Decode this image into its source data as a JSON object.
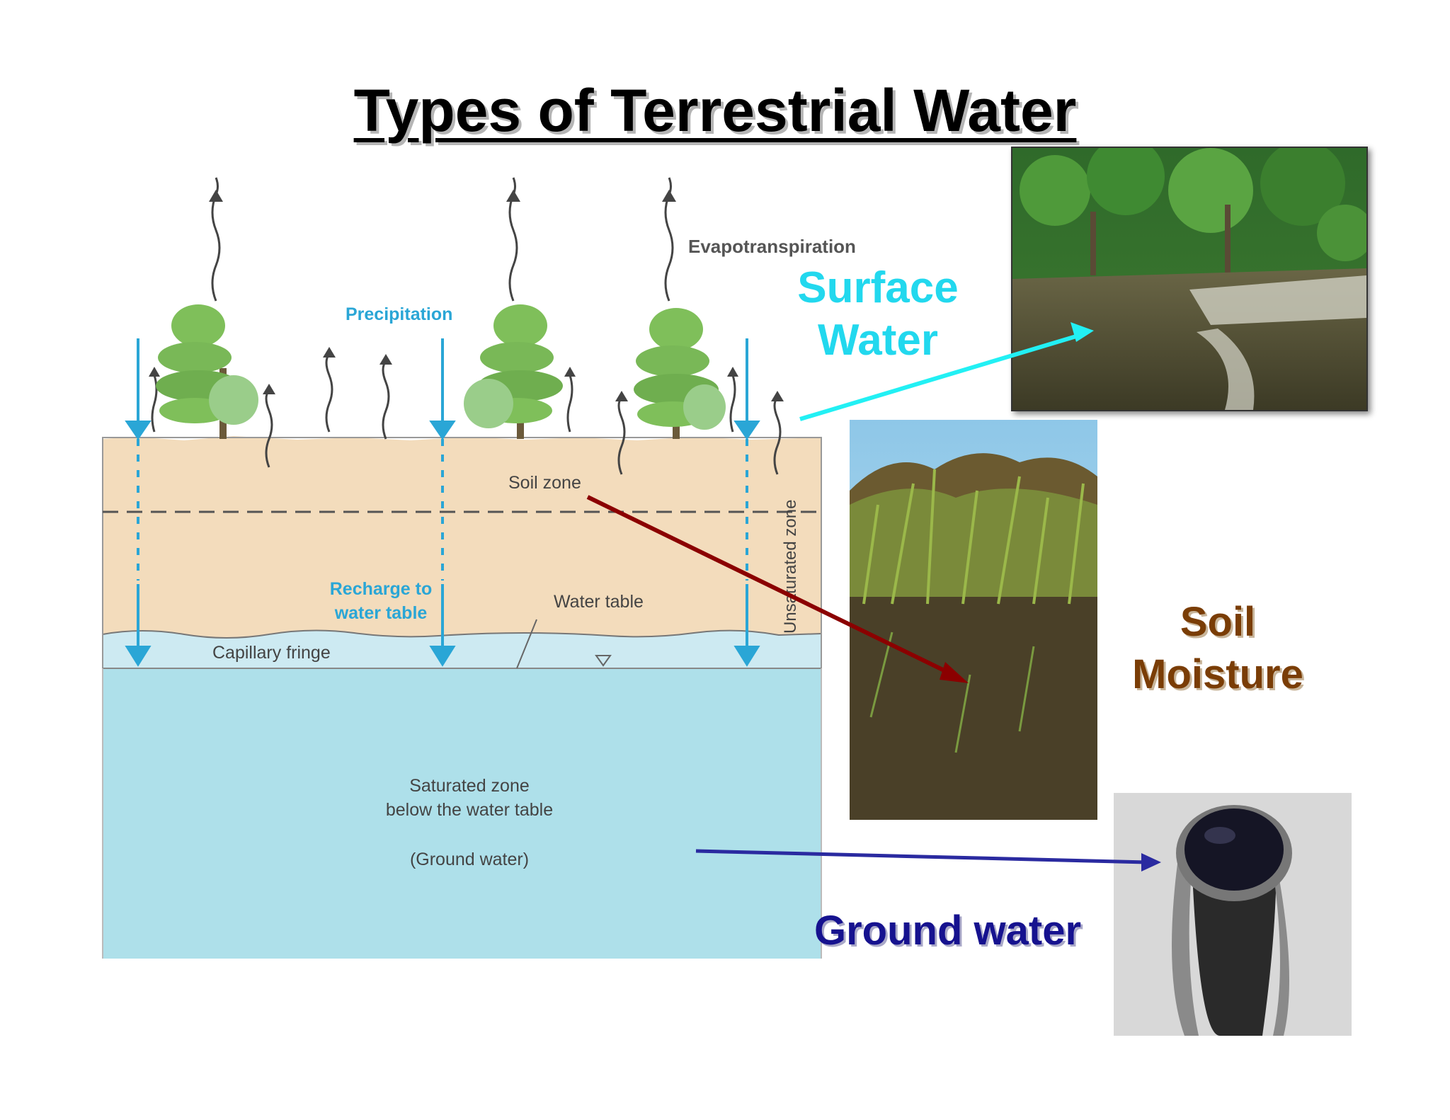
{
  "title": "Types of Terrestrial Water",
  "diagram": {
    "evapotranspiration": "Evapotranspiration",
    "precipitation": "Precipitation",
    "soil_zone": "Soil zone",
    "unsaturated_zone": "Unsaturated zone",
    "recharge_line1": "Recharge to",
    "recharge_line2": "water table",
    "water_table": "Water table",
    "capillary_fringe": "Capillary fringe",
    "saturated_line1": "Saturated zone",
    "saturated_line2": "below the water table",
    "saturated_line3": "(Ground water)"
  },
  "labels": {
    "surface_line1": "Surface",
    "surface_line2": "Water",
    "soil_line1": "Soil",
    "soil_line2": "Moisture",
    "ground": "Ground water"
  },
  "colors": {
    "surface_arrow": "#22f0f4",
    "soil_arrow": "#8b0000",
    "ground_arrow": "#2a2aa0",
    "soil_layer": "#f3dcbc",
    "capillary": "#cdeaf2",
    "saturated": "#aee0ea",
    "precip_blue": "#2aa6d6"
  }
}
